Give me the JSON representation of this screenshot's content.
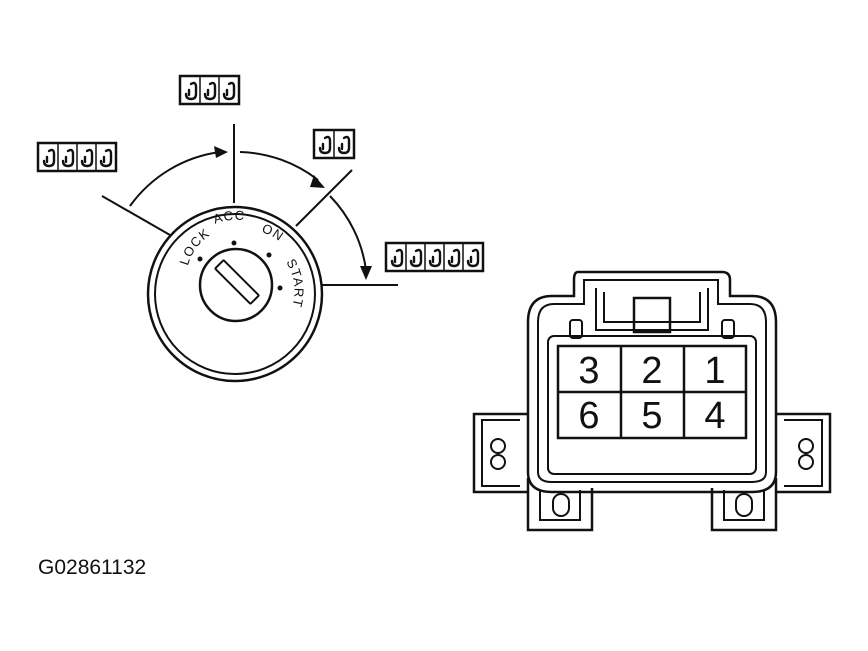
{
  "switch": {
    "positions": [
      "LOCK",
      "ACC",
      "ON",
      "START"
    ],
    "position_markers": [
      {
        "id": "lock",
        "label": "LOCK",
        "symbol_count": 4
      },
      {
        "id": "acc",
        "label": "ACC",
        "symbol_count": 3
      },
      {
        "id": "on",
        "label": "ON",
        "symbol_count": 2
      },
      {
        "id": "start",
        "label": "START",
        "symbol_count": 5
      }
    ]
  },
  "connector": {
    "pins": [
      [
        "3",
        "2",
        "1"
      ],
      [
        "6",
        "5",
        "4"
      ]
    ]
  },
  "figure_code": "G02861132"
}
